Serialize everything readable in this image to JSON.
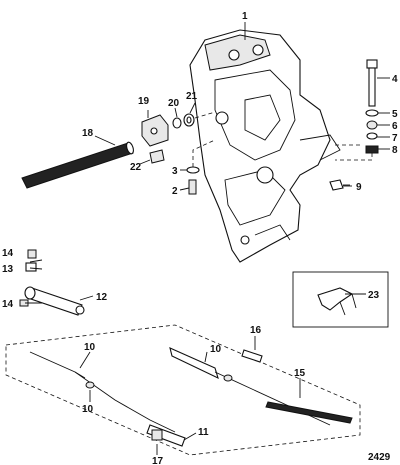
{
  "figure_id": "2429",
  "callouts": [
    {
      "key": "c1",
      "label": "1"
    },
    {
      "key": "c2",
      "label": "2"
    },
    {
      "key": "c3",
      "label": "3"
    },
    {
      "key": "c4",
      "label": "4"
    },
    {
      "key": "c5",
      "label": "5"
    },
    {
      "key": "c6",
      "label": "6"
    },
    {
      "key": "c7",
      "label": "7"
    },
    {
      "key": "c8",
      "label": "8"
    },
    {
      "key": "c9",
      "label": "9"
    },
    {
      "key": "c10a",
      "label": "10"
    },
    {
      "key": "c10b",
      "label": "10"
    },
    {
      "key": "c10c",
      "label": "10"
    },
    {
      "key": "c11",
      "label": "11"
    },
    {
      "key": "c12",
      "label": "12"
    },
    {
      "key": "c13",
      "label": "13"
    },
    {
      "key": "c14a",
      "label": "14"
    },
    {
      "key": "c14b",
      "label": "14"
    },
    {
      "key": "c15",
      "label": "15"
    },
    {
      "key": "c16",
      "label": "16"
    },
    {
      "key": "c17",
      "label": "17"
    },
    {
      "key": "c18",
      "label": "18"
    },
    {
      "key": "c19",
      "label": "19"
    },
    {
      "key": "c20",
      "label": "20"
    },
    {
      "key": "c21",
      "label": "21"
    },
    {
      "key": "c22",
      "label": "22"
    },
    {
      "key": "c23",
      "label": "23"
    }
  ]
}
